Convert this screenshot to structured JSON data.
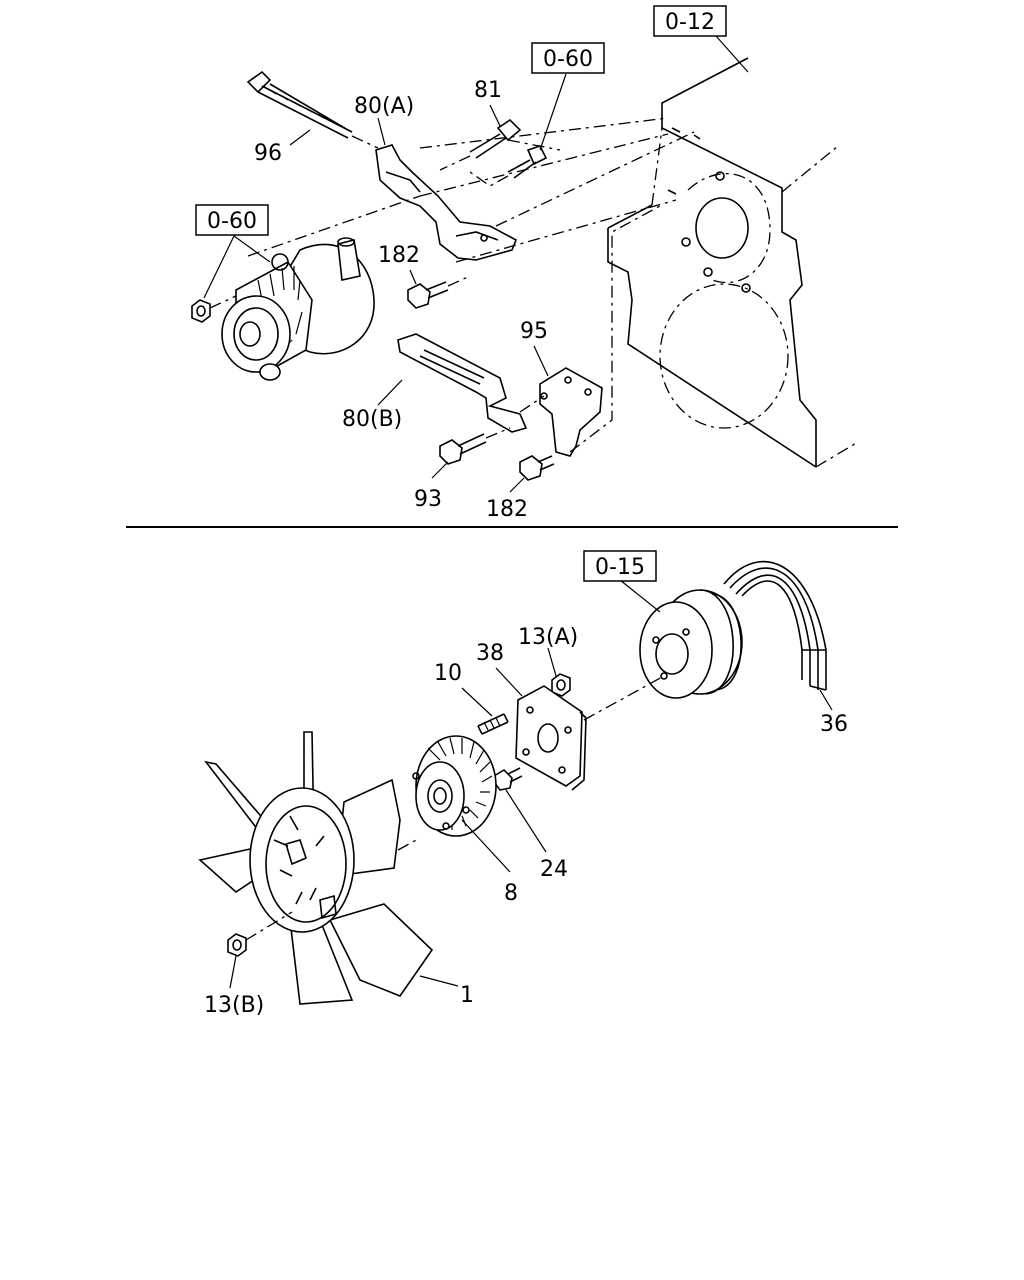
{
  "refs": {
    "r012": "0-12",
    "r060_top": "0-60",
    "r060_left": "0-60",
    "r015": "0-15"
  },
  "callouts": {
    "c96": "96",
    "c80a": "80(A)",
    "c81": "81",
    "c182_top": "182",
    "c95": "95",
    "c80b": "80(B)",
    "c93": "93",
    "c182_bottom": "182",
    "c13a": "13(A)",
    "c38": "38",
    "c10": "10",
    "c36": "36",
    "c24": "24",
    "c8": "8",
    "c1": "1",
    "c13b": "13(B)"
  },
  "icons": {
    "engine_block": "engine-block-icon",
    "alternator": "alternator-icon",
    "fan": "fan-icon",
    "fan_clutch": "fan-clutch-icon",
    "pulley": "pulley-icon",
    "belt": "v-belt-icon"
  }
}
